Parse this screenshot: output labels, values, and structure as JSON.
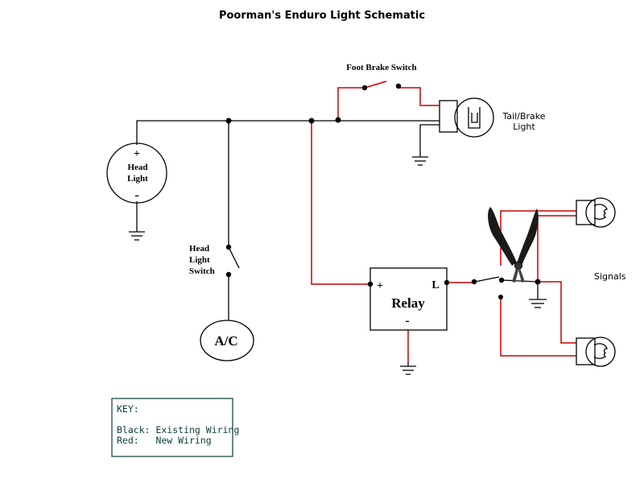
{
  "title": "Poorman's Enduro Light Schematic",
  "components": {
    "headlight": {
      "plus": "+",
      "line1": "Head",
      "line2": "Light",
      "minus": "-"
    },
    "headlight_switch": {
      "line1": "Head",
      "line2": "Light",
      "line3": "Switch"
    },
    "ac": {
      "label": "A/C"
    },
    "foot_brake": {
      "label": "Foot Brake Switch"
    },
    "tail_brake": {
      "line1": "Tail/Brake",
      "line2": "Light"
    },
    "relay": {
      "plus": "+",
      "l": "L",
      "label": "Relay",
      "minus": "-"
    },
    "signals": {
      "label": "Signals"
    }
  },
  "key": {
    "heading": "KEY:",
    "black": "Black: Existing Wiring",
    "red": "Red:   New Wiring"
  },
  "colors": {
    "existing_wiring": "#000000",
    "new_wiring": "#cc0000",
    "key_text": "#0a3d3a",
    "plier_handle": "#1a1a1a"
  }
}
